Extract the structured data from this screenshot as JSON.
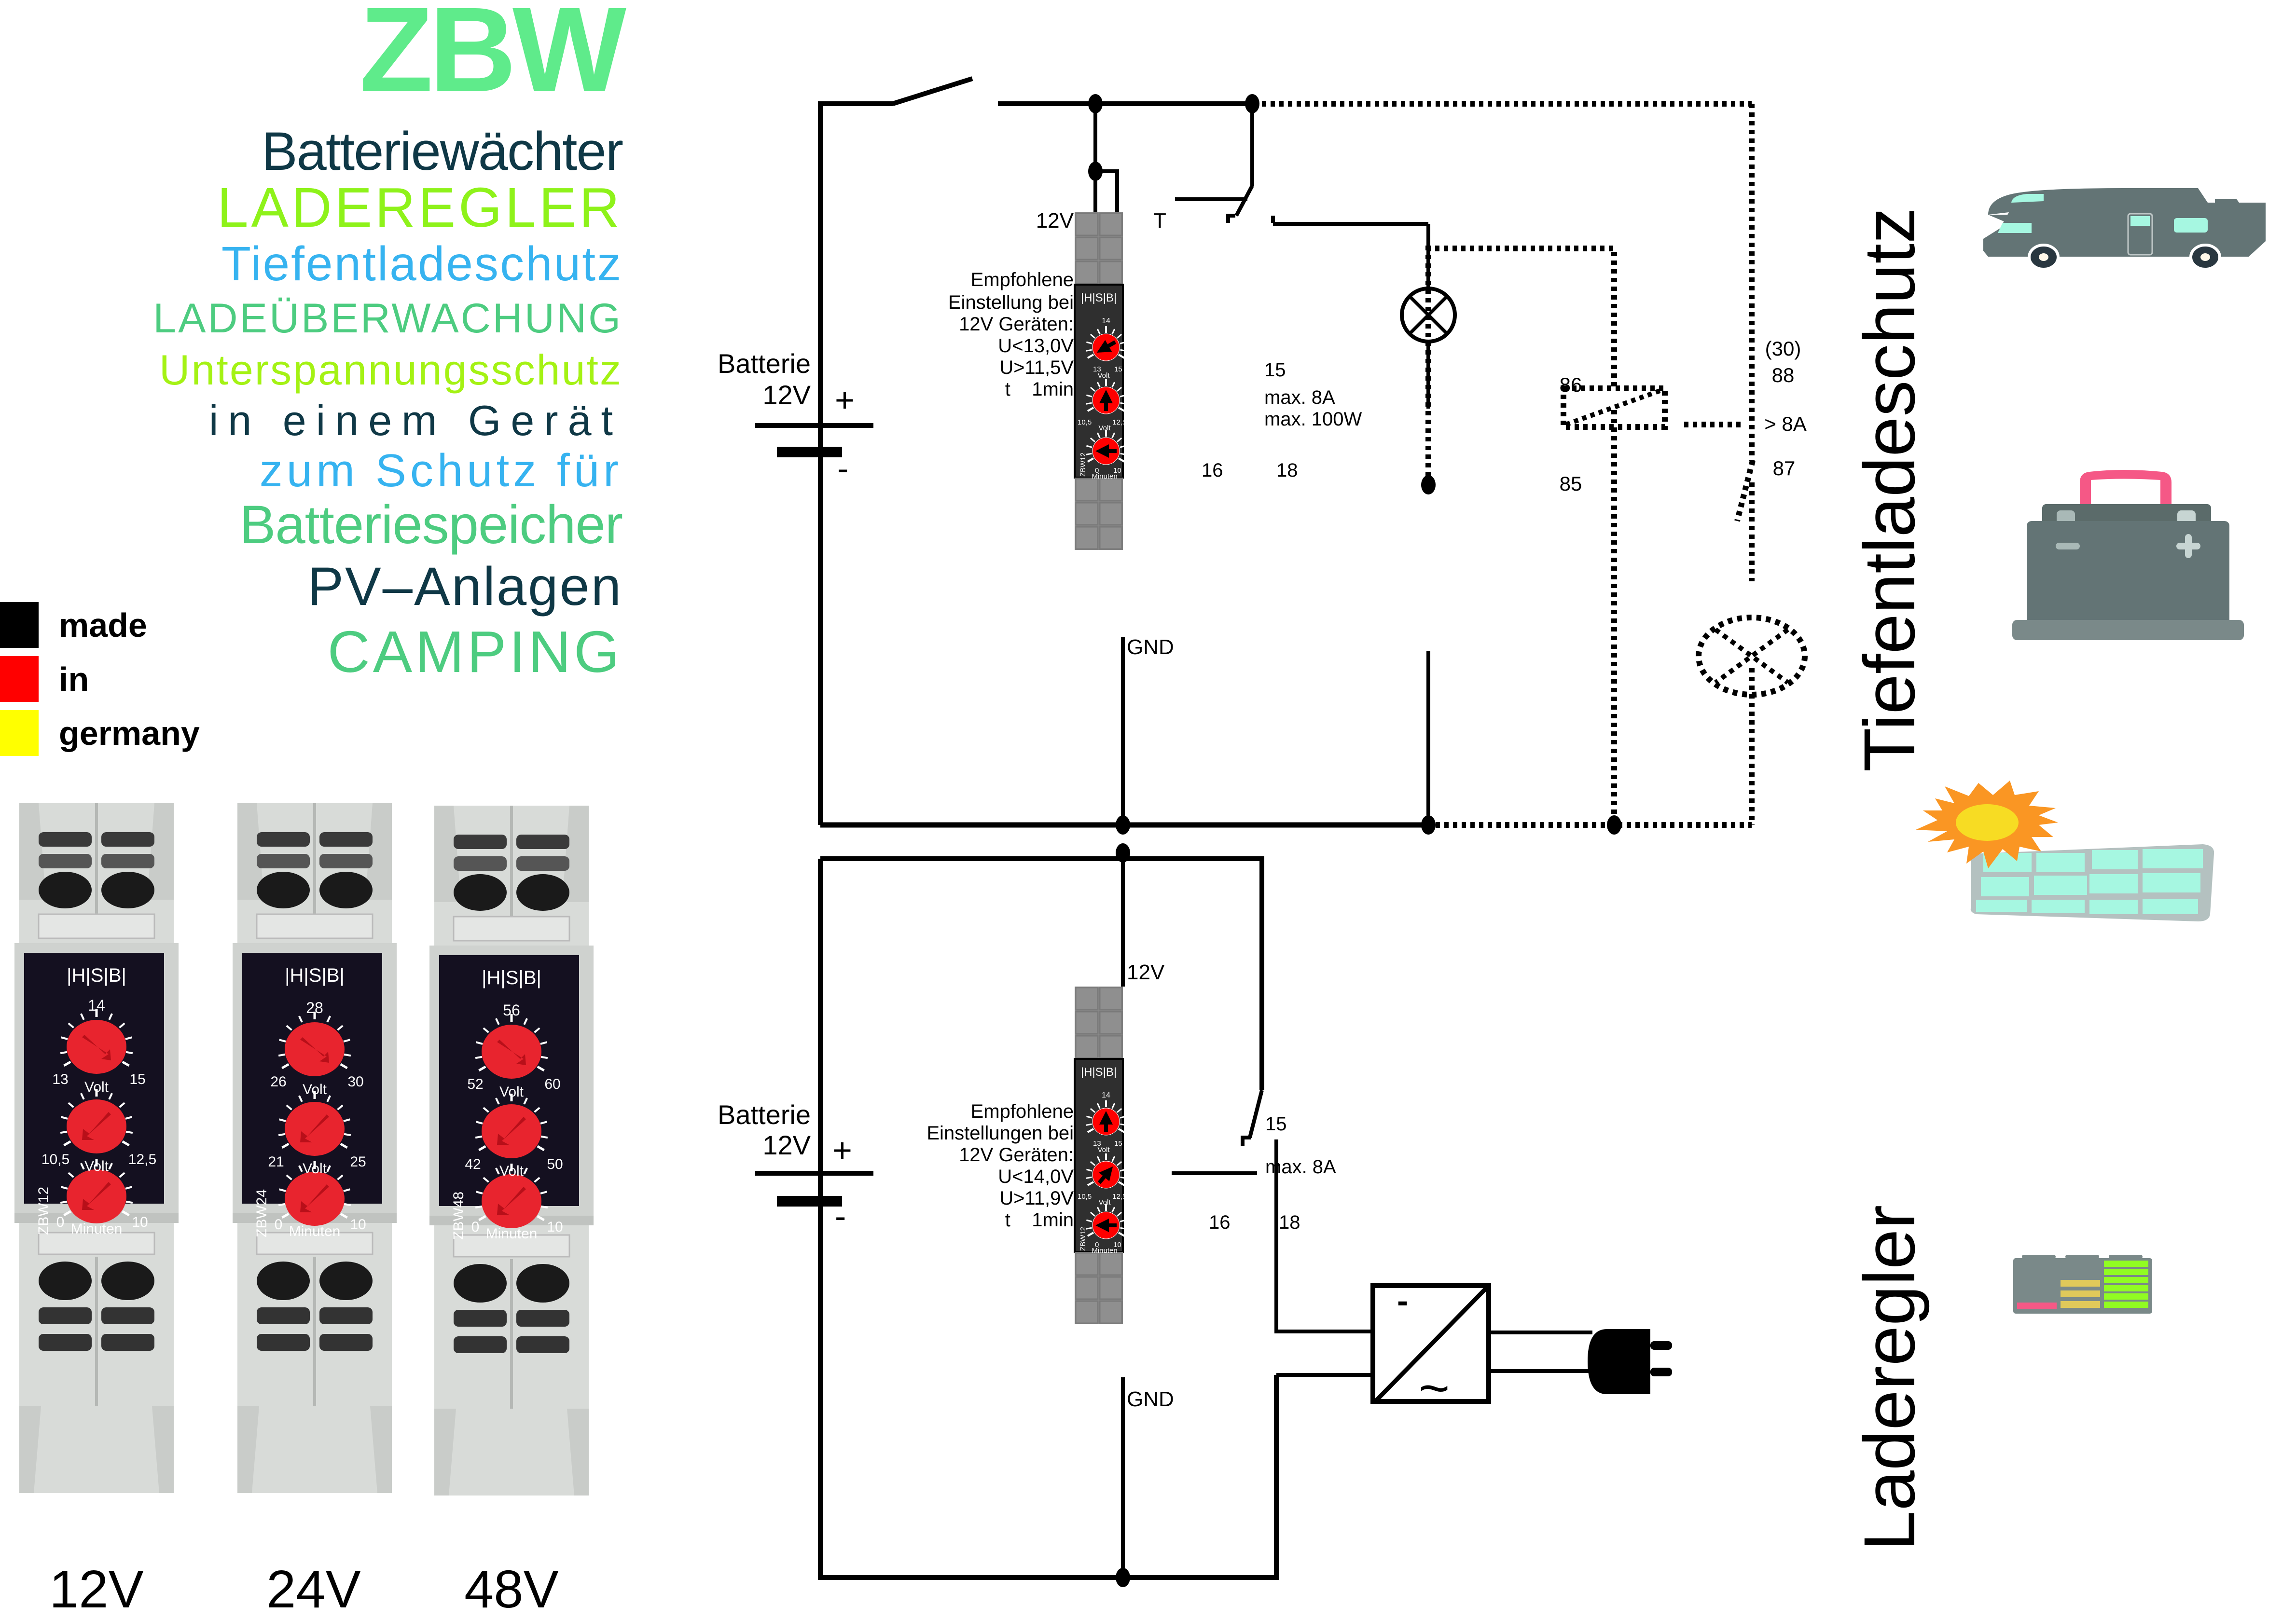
{
  "colors": {
    "logo": "#5feb8b",
    "dark_navy": "#0f3846",
    "lime": "#8ef21a",
    "sky_blue": "#36b3f0",
    "mint_green": "#4dcc80",
    "flag_black": "#000000",
    "flag_red": "#ff0000",
    "flag_yellow": "#ffff00",
    "dial_red": "#ff0000",
    "module_grey": "#8c8c8c",
    "module_face": "#2f2f2f"
  },
  "tagline": {
    "logo": "ZBW",
    "lines": [
      {
        "text": "Batteriewächter",
        "color": "#0f3846"
      },
      {
        "text": "LADEREGLER",
        "color": "#8ef21a"
      },
      {
        "text": "Tiefentladeschutz",
        "color": "#36b3f0"
      },
      {
        "text": "LADEÜBERWACHUNG",
        "color": "#4dcc80"
      },
      {
        "text": "Unterspannungsschutz",
        "color": "#a4f214"
      },
      {
        "text": "in einem Gerät",
        "color": "#0f3846"
      },
      {
        "text": "zum Schutz für",
        "color": "#36b3f0"
      },
      {
        "text": "Batteriespeicher",
        "color": "#4dcc80"
      },
      {
        "text": "PV–Anlagen",
        "color": "#0f3846"
      },
      {
        "text": "CAMPING",
        "color": "#4dcc80"
      }
    ]
  },
  "made_in_germany": [
    {
      "text": "made",
      "color": "#000000"
    },
    {
      "text": "in",
      "color": "#ff0000"
    },
    {
      "text": "germany",
      "color": "#ffff00"
    }
  ],
  "devices": [
    {
      "model": "ZBW12",
      "label": "12V",
      "brand": "|H|S|B|",
      "u_low": {
        "min": "13",
        "mid": "14",
        "max": "15",
        "unit": "Volt"
      },
      "u_high": {
        "min": "10,5",
        "max": "12,5",
        "unit": "Volt"
      },
      "time": {
        "min": "0",
        "max": "10",
        "unit": "Minuten"
      }
    },
    {
      "model": "ZBW24",
      "label": "24V",
      "brand": "|H|S|B|",
      "u_low": {
        "min": "26",
        "mid": "28",
        "max": "30",
        "unit": "Volt"
      },
      "u_high": {
        "min": "21",
        "max": "25",
        "unit": "Volt"
      },
      "time": {
        "min": "0",
        "max": "10",
        "unit": "Minuten"
      }
    },
    {
      "model": "ZBW48",
      "label": "48V",
      "brand": "|H|S|B|",
      "u_low": {
        "min": "52",
        "mid": "56",
        "max": "60",
        "unit": "Volt"
      },
      "u_high": {
        "min": "42",
        "max": "50",
        "unit": "Volt"
      },
      "time": {
        "min": "0",
        "max": "10",
        "unit": "Minuten"
      }
    }
  ],
  "circuit_top": {
    "section_title": "Tiefentladeschutz",
    "battery": {
      "name": "Batterie",
      "voltage": "12V",
      "plus": "+",
      "minus": "-"
    },
    "module": {
      "model": "ZBW12",
      "brand": "|H|S|B|",
      "terminal_supply": "12V",
      "terminal_t": "T",
      "terminal_gnd": "GND",
      "dial_labels": {
        "u_low_min": "13",
        "u_low_mid": "14",
        "u_low_max": "15",
        "u_high_min": "10,5",
        "u_high_max": "12,5",
        "t_min": "0",
        "t_max": "10",
        "volt": "Volt",
        "minutes": "Minuten"
      }
    },
    "recommendation": [
      "Empfohlene",
      "Einstellung bei",
      "12V Geräten:",
      "U<13,0V",
      "U>11,5V",
      "t    1min"
    ],
    "relay_contacts": {
      "c15": "15",
      "c16": "16",
      "c18": "18",
      "rating1": "max. 8A",
      "rating2": "max. 100W"
    },
    "external_relay": {
      "coil_a": "86",
      "coil_b": "85",
      "c30": "(30)",
      "c88": "88",
      "c87": "87",
      "rating": "> 8A"
    }
  },
  "circuit_bottom": {
    "section_title": "Laderegler",
    "battery": {
      "name": "Batterie",
      "voltage": "12V",
      "plus": "+",
      "minus": "-"
    },
    "module": {
      "model": "ZBW12",
      "brand": "|H|S|B|",
      "terminal_supply": "12V",
      "terminal_gnd": "GND",
      "dial_labels": {
        "u_low_min": "13",
        "u_low_mid": "14",
        "u_low_max": "15",
        "u_high_min": "10,5",
        "u_high_max": "12,5",
        "t_min": "0",
        "t_max": "10",
        "volt": "Volt",
        "minutes": "Minuten"
      }
    },
    "recommendation": [
      "Empfohlene",
      "Einstellungen bei",
      "12V Geräten:",
      "U<14,0V",
      "U>11,9V",
      "t    1min"
    ],
    "relay_contacts": {
      "c15": "15",
      "c16": "16",
      "c18": "18",
      "rating1": "max. 8A"
    },
    "converter": {
      "dc": "-",
      "ac": "~"
    }
  },
  "icons": [
    "motorhome-icon",
    "car-battery-icon",
    "sun-solar-panel-icon",
    "battery-charge-levels-icon"
  ]
}
